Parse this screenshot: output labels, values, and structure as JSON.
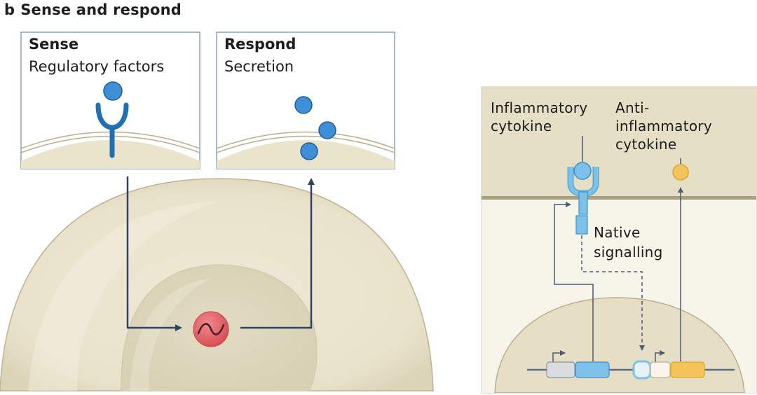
{
  "panel": {
    "letter": "b",
    "title": "Sense and respond"
  },
  "sense_box": {
    "heading": "Sense",
    "subheading": "Regulatory factors"
  },
  "respond_box": {
    "heading": "Respond",
    "subheading": "Secretion"
  },
  "circuit": {
    "inflammatory_line1": "Inflammatory",
    "inflammatory_line2": "cytokine",
    "anti_line1": "Anti-",
    "anti_line2": "inflammatory",
    "anti_line3": "cytokine",
    "native_line1": "Native",
    "native_line2": "signalling"
  },
  "colors": {
    "receptor": "#1f6fb2",
    "ligand": "#3f8fd6",
    "arrow": "#2f4461",
    "cell": "#ede7d2",
    "nucleus": "#e3dcc3",
    "gene": "#e0555e",
    "inflammatory_receptor": "#7cc1ea",
    "anti_cytokine": "#f2c45a"
  }
}
